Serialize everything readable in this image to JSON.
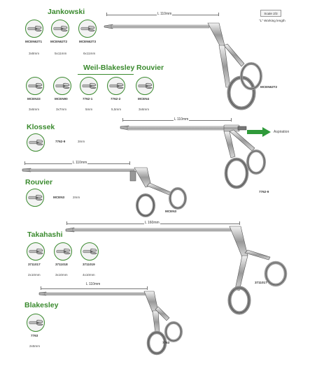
{
  "header": {
    "scale_label": "Scale 2/3",
    "working_length_note": "\"L\" Working length"
  },
  "jankowski": {
    "title": "Jankowski",
    "items": [
      {
        "code": "MCEN62T1",
        "size": "3x8mm"
      },
      {
        "code": "MCEN62T2",
        "size": "5x11mm"
      },
      {
        "code": "MCEN62T3",
        "size": "6x11mm"
      }
    ],
    "instrument": {
      "length": "L 110mm",
      "code": "MCEN62T2"
    }
  },
  "weil_blakesley": {
    "title": "Weil-Blakesley",
    "items": [
      {
        "code": "MCEN33",
        "size": "3x6mm"
      },
      {
        "code": "MCEN90",
        "size": "3x7mm"
      },
      {
        "code": "7762-1",
        "size": "5mm"
      },
      {
        "code": "7762-2",
        "size": "5,5mm"
      }
    ]
  },
  "rouvier_top": {
    "title": "Rouvier",
    "items": [
      {
        "code": "MCEN4",
        "size": "3x6mm"
      }
    ]
  },
  "klossek": {
    "title": "Klossek",
    "item": {
      "code": "7762-9",
      "size": "3mm"
    },
    "instrument": {
      "length": "L 110mm",
      "code": "7762-9",
      "aspiration": "Aspiration"
    }
  },
  "rouvier": {
    "title": "Rouvier",
    "item": {
      "code": "MCEN3",
      "size": "2mm"
    },
    "instrument": {
      "length": "L 110mm",
      "code": "MCEN3"
    }
  },
  "takahashi": {
    "title": "Takahashi",
    "items": [
      {
        "code": "3711017",
        "size": "2x10mm"
      },
      {
        "code": "3711018",
        "size": "3x10mm"
      },
      {
        "code": "3711019",
        "size": "4x10mm"
      }
    ],
    "instrument": {
      "length": "L 160mm",
      "code": "3711017"
    }
  },
  "blakesley": {
    "title": "Blakesley",
    "item": {
      "code": "7763",
      "size": "2x5mm"
    },
    "instrument": {
      "length": "L 110mm",
      "code": "7763"
    }
  }
}
